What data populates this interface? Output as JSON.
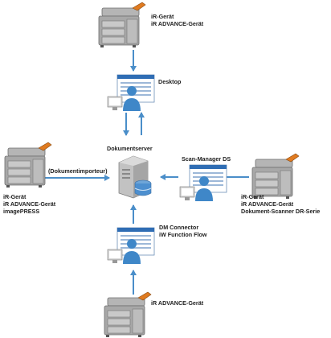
{
  "colors": {
    "arrow": "#4a8ec9",
    "device_body": "#9a9a9a",
    "device_accent": "#e07b20",
    "screen_header": "#2f6db4",
    "person": "#3f87c8"
  },
  "devices": {
    "top": {
      "line1": "iR-Gerät",
      "line2": "iR ADVANCE-Gerät"
    },
    "left": {
      "line1": "iR-Gerät",
      "line2": "iR ADVANCE-Gerät",
      "line3": "imagePRESS"
    },
    "right": {
      "line1": "iR-Gerät",
      "line2": "iR ADVANCE-Gerät",
      "line3": "Dokument-Scanner DR-Serie"
    },
    "bottom": {
      "line1": "iR ADVANCE-Gerät"
    }
  },
  "nodes": {
    "desktop": "Desktop",
    "server": "Dokumentserver",
    "importer": "(Dokumentimporteur)",
    "scan_manager": "Scan-Manager DS",
    "connector_line1": "DM Connector",
    "connector_line2": "iW Function Flow"
  }
}
